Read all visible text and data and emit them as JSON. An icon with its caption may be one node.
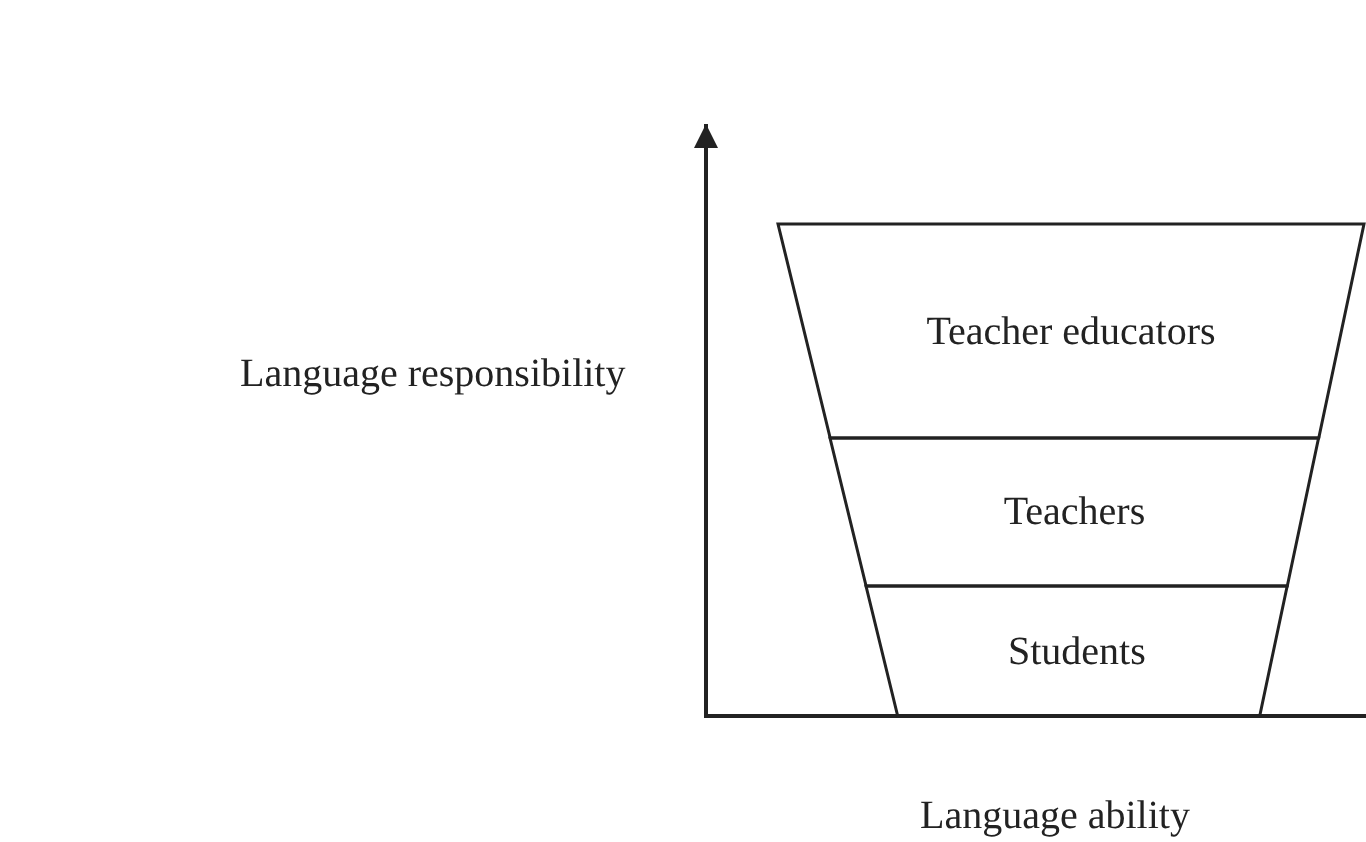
{
  "diagram": {
    "nodes": [
      {
        "text": [
          "Teacher educators"
        ]
      },
      {
        "text": [
          "Teachers"
        ]
      },
      {
        "text": [
          "Students"
        ]
      }
    ],
    "labels": [
      "Language responsibility",
      "Language ability"
    ]
  }
}
